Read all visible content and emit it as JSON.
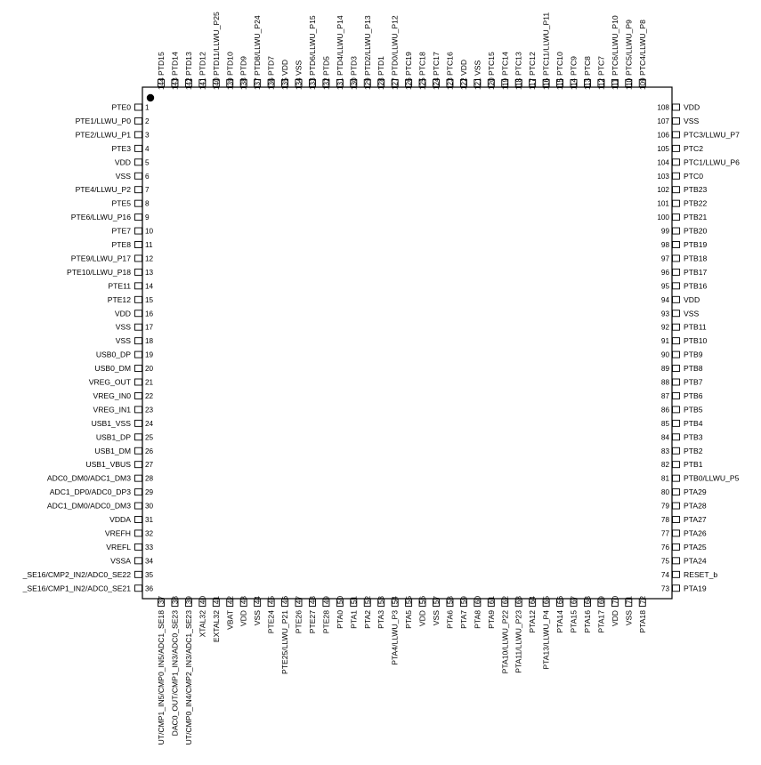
{
  "chip": {
    "left": [
      {
        "n": "1",
        "label": "PTE0"
      },
      {
        "n": "2",
        "label": "PTE1/LLWU_P0"
      },
      {
        "n": "3",
        "label": "PTE2/LLWU_P1"
      },
      {
        "n": "4",
        "label": "PTE3"
      },
      {
        "n": "5",
        "label": "VDD"
      },
      {
        "n": "6",
        "label": "VSS"
      },
      {
        "n": "7",
        "label": "PTE4/LLWU_P2"
      },
      {
        "n": "8",
        "label": "PTE5"
      },
      {
        "n": "9",
        "label": "PTE6/LLWU_P16"
      },
      {
        "n": "10",
        "label": "PTE7"
      },
      {
        "n": "11",
        "label": "PTE8"
      },
      {
        "n": "12",
        "label": "PTE9/LLWU_P17"
      },
      {
        "n": "13",
        "label": "PTE10/LLWU_P18"
      },
      {
        "n": "14",
        "label": "PTE11"
      },
      {
        "n": "15",
        "label": "PTE12"
      },
      {
        "n": "16",
        "label": "VDD"
      },
      {
        "n": "17",
        "label": "VSS"
      },
      {
        "n": "18",
        "label": "VSS"
      },
      {
        "n": "19",
        "label": "USB0_DP"
      },
      {
        "n": "20",
        "label": "USB0_DM"
      },
      {
        "n": "21",
        "label": "VREG_OUT"
      },
      {
        "n": "22",
        "label": "VREG_IN0"
      },
      {
        "n": "23",
        "label": "VREG_IN1"
      },
      {
        "n": "24",
        "label": "USB1_VSS"
      },
      {
        "n": "25",
        "label": "USB1_DP"
      },
      {
        "n": "26",
        "label": "USB1_DM"
      },
      {
        "n": "27",
        "label": "USB1_VBUS"
      },
      {
        "n": "28",
        "label": "ADC0_DM0/ADC1_DM3"
      },
      {
        "n": "29",
        "label": "ADC1_DP0/ADC0_DP3"
      },
      {
        "n": "30",
        "label": "ADC1_DM0/ADC0_DM3"
      },
      {
        "n": "31",
        "label": "VDDA"
      },
      {
        "n": "32",
        "label": "VREFH"
      },
      {
        "n": "33",
        "label": "VREFL"
      },
      {
        "n": "34",
        "label": "VSSA"
      },
      {
        "n": "35",
        "label": "_SE16/CMP2_IN2/ADC0_SE22"
      },
      {
        "n": "36",
        "label": "_SE16/CMP1_IN2/ADC0_SE21"
      }
    ],
    "bottom": [
      {
        "n": "37",
        "label": "UT/CMP1_IN5/CMP0_IN5/ADC1_SE18"
      },
      {
        "n": "38",
        "label": "DAC0_OUT/CMP1_IN3/ADC0_SE23"
      },
      {
        "n": "39",
        "label": "UT/CMP0_IN4/CMP2_IN3/ADC1_SE23"
      },
      {
        "n": "40",
        "label": "XTAL32"
      },
      {
        "n": "41",
        "label": "EXTAL32"
      },
      {
        "n": "42",
        "label": "VBAT"
      },
      {
        "n": "43",
        "label": "VDD"
      },
      {
        "n": "44",
        "label": "VSS"
      },
      {
        "n": "45",
        "label": "PTE24"
      },
      {
        "n": "46",
        "label": "PTE25/LLWU_P21"
      },
      {
        "n": "47",
        "label": "PTE26"
      },
      {
        "n": "48",
        "label": "PTE27"
      },
      {
        "n": "49",
        "label": "PTE28"
      },
      {
        "n": "50",
        "label": "PTA0"
      },
      {
        "n": "51",
        "label": "PTA1"
      },
      {
        "n": "52",
        "label": "PTA2"
      },
      {
        "n": "53",
        "label": "PTA3"
      },
      {
        "n": "54",
        "label": "PTA4/LLWU_P3"
      },
      {
        "n": "55",
        "label": "PTA5"
      },
      {
        "n": "56",
        "label": "VDD"
      },
      {
        "n": "57",
        "label": "VSS"
      },
      {
        "n": "58",
        "label": "PTA6"
      },
      {
        "n": "59",
        "label": "PTA7"
      },
      {
        "n": "60",
        "label": "PTA8"
      },
      {
        "n": "61",
        "label": "PTA9"
      },
      {
        "n": "62",
        "label": "PTA10/LLWU_P22"
      },
      {
        "n": "63",
        "label": "PTA11/LLWU_P23"
      },
      {
        "n": "64",
        "label": "PTA12"
      },
      {
        "n": "65",
        "label": "PTA13/LLWU_P4"
      },
      {
        "n": "66",
        "label": "PTA14"
      },
      {
        "n": "67",
        "label": "PTA15"
      },
      {
        "n": "68",
        "label": "PTA16"
      },
      {
        "n": "69",
        "label": "PTA17"
      },
      {
        "n": "70",
        "label": "VDD"
      },
      {
        "n": "71",
        "label": "VSS"
      },
      {
        "n": "72",
        "label": "PTA18"
      }
    ],
    "right": [
      {
        "n": "73",
        "label": "PTA19"
      },
      {
        "n": "74",
        "label": "RESET_b"
      },
      {
        "n": "75",
        "label": "PTA24"
      },
      {
        "n": "76",
        "label": "PTA25"
      },
      {
        "n": "77",
        "label": "PTA26"
      },
      {
        "n": "78",
        "label": "PTA27"
      },
      {
        "n": "79",
        "label": "PTA28"
      },
      {
        "n": "80",
        "label": "PTA29"
      },
      {
        "n": "81",
        "label": "PTB0/LLWU_P5"
      },
      {
        "n": "82",
        "label": "PTB1"
      },
      {
        "n": "83",
        "label": "PTB2"
      },
      {
        "n": "84",
        "label": "PTB3"
      },
      {
        "n": "85",
        "label": "PTB4"
      },
      {
        "n": "86",
        "label": "PTB5"
      },
      {
        "n": "87",
        "label": "PTB6"
      },
      {
        "n": "88",
        "label": "PTB7"
      },
      {
        "n": "89",
        "label": "PTB8"
      },
      {
        "n": "90",
        "label": "PTB9"
      },
      {
        "n": "91",
        "label": "PTB10"
      },
      {
        "n": "92",
        "label": "PTB11"
      },
      {
        "n": "93",
        "label": "VSS"
      },
      {
        "n": "94",
        "label": "VDD"
      },
      {
        "n": "95",
        "label": "PTB16"
      },
      {
        "n": "96",
        "label": "PTB17"
      },
      {
        "n": "97",
        "label": "PTB18"
      },
      {
        "n": "98",
        "label": "PTB19"
      },
      {
        "n": "99",
        "label": "PTB20"
      },
      {
        "n": "100",
        "label": "PTB21"
      },
      {
        "n": "101",
        "label": "PTB22"
      },
      {
        "n": "102",
        "label": "PTB23"
      },
      {
        "n": "103",
        "label": "PTC0"
      },
      {
        "n": "104",
        "label": "PTC1/LLWU_P6"
      },
      {
        "n": "105",
        "label": "PTC2"
      },
      {
        "n": "106",
        "label": "PTC3/LLWU_P7"
      },
      {
        "n": "107",
        "label": "VSS"
      },
      {
        "n": "108",
        "label": "VDD"
      }
    ],
    "top": [
      {
        "n": "109",
        "label": "PTC4/LLWU_P8"
      },
      {
        "n": "110",
        "label": "PTC5/LLWU_P9"
      },
      {
        "n": "111",
        "label": "PTC6/LLWU_P10"
      },
      {
        "n": "112",
        "label": "PTC7"
      },
      {
        "n": "113",
        "label": "PTC8"
      },
      {
        "n": "114",
        "label": "PTC9"
      },
      {
        "n": "115",
        "label": "PTC10"
      },
      {
        "n": "116",
        "label": "PTC11/LLWU_P11"
      },
      {
        "n": "117",
        "label": "PTC12"
      },
      {
        "n": "118",
        "label": "PTC13"
      },
      {
        "n": "119",
        "label": "PTC14"
      },
      {
        "n": "120",
        "label": "PTC15"
      },
      {
        "n": "121",
        "label": "VSS"
      },
      {
        "n": "122",
        "label": "VDD"
      },
      {
        "n": "123",
        "label": "PTC16"
      },
      {
        "n": "124",
        "label": "PTC17"
      },
      {
        "n": "125",
        "label": "PTC18"
      },
      {
        "n": "126",
        "label": "PTC19"
      },
      {
        "n": "127",
        "label": "PTD0/LLWU_P12"
      },
      {
        "n": "128",
        "label": "PTD1"
      },
      {
        "n": "129",
        "label": "PTD2/LLWU_P13"
      },
      {
        "n": "130",
        "label": "PTD3"
      },
      {
        "n": "131",
        "label": "PTD4/LLWU_P14"
      },
      {
        "n": "132",
        "label": "PTD5"
      },
      {
        "n": "133",
        "label": "PTD6/LLWU_P15"
      },
      {
        "n": "134",
        "label": "VSS"
      },
      {
        "n": "135",
        "label": "VDD"
      },
      {
        "n": "136",
        "label": "PTD7"
      },
      {
        "n": "137",
        "label": "PTD8/LLWU_P24"
      },
      {
        "n": "138",
        "label": "PTD9"
      },
      {
        "n": "139",
        "label": "PTD10"
      },
      {
        "n": "140",
        "label": "PTD11/LLWU_P25"
      },
      {
        "n": "141",
        "label": "PTD12"
      },
      {
        "n": "142",
        "label": "PTD13"
      },
      {
        "n": "143",
        "label": "PTD14"
      },
      {
        "n": "144",
        "label": "PTD15"
      }
    ]
  }
}
